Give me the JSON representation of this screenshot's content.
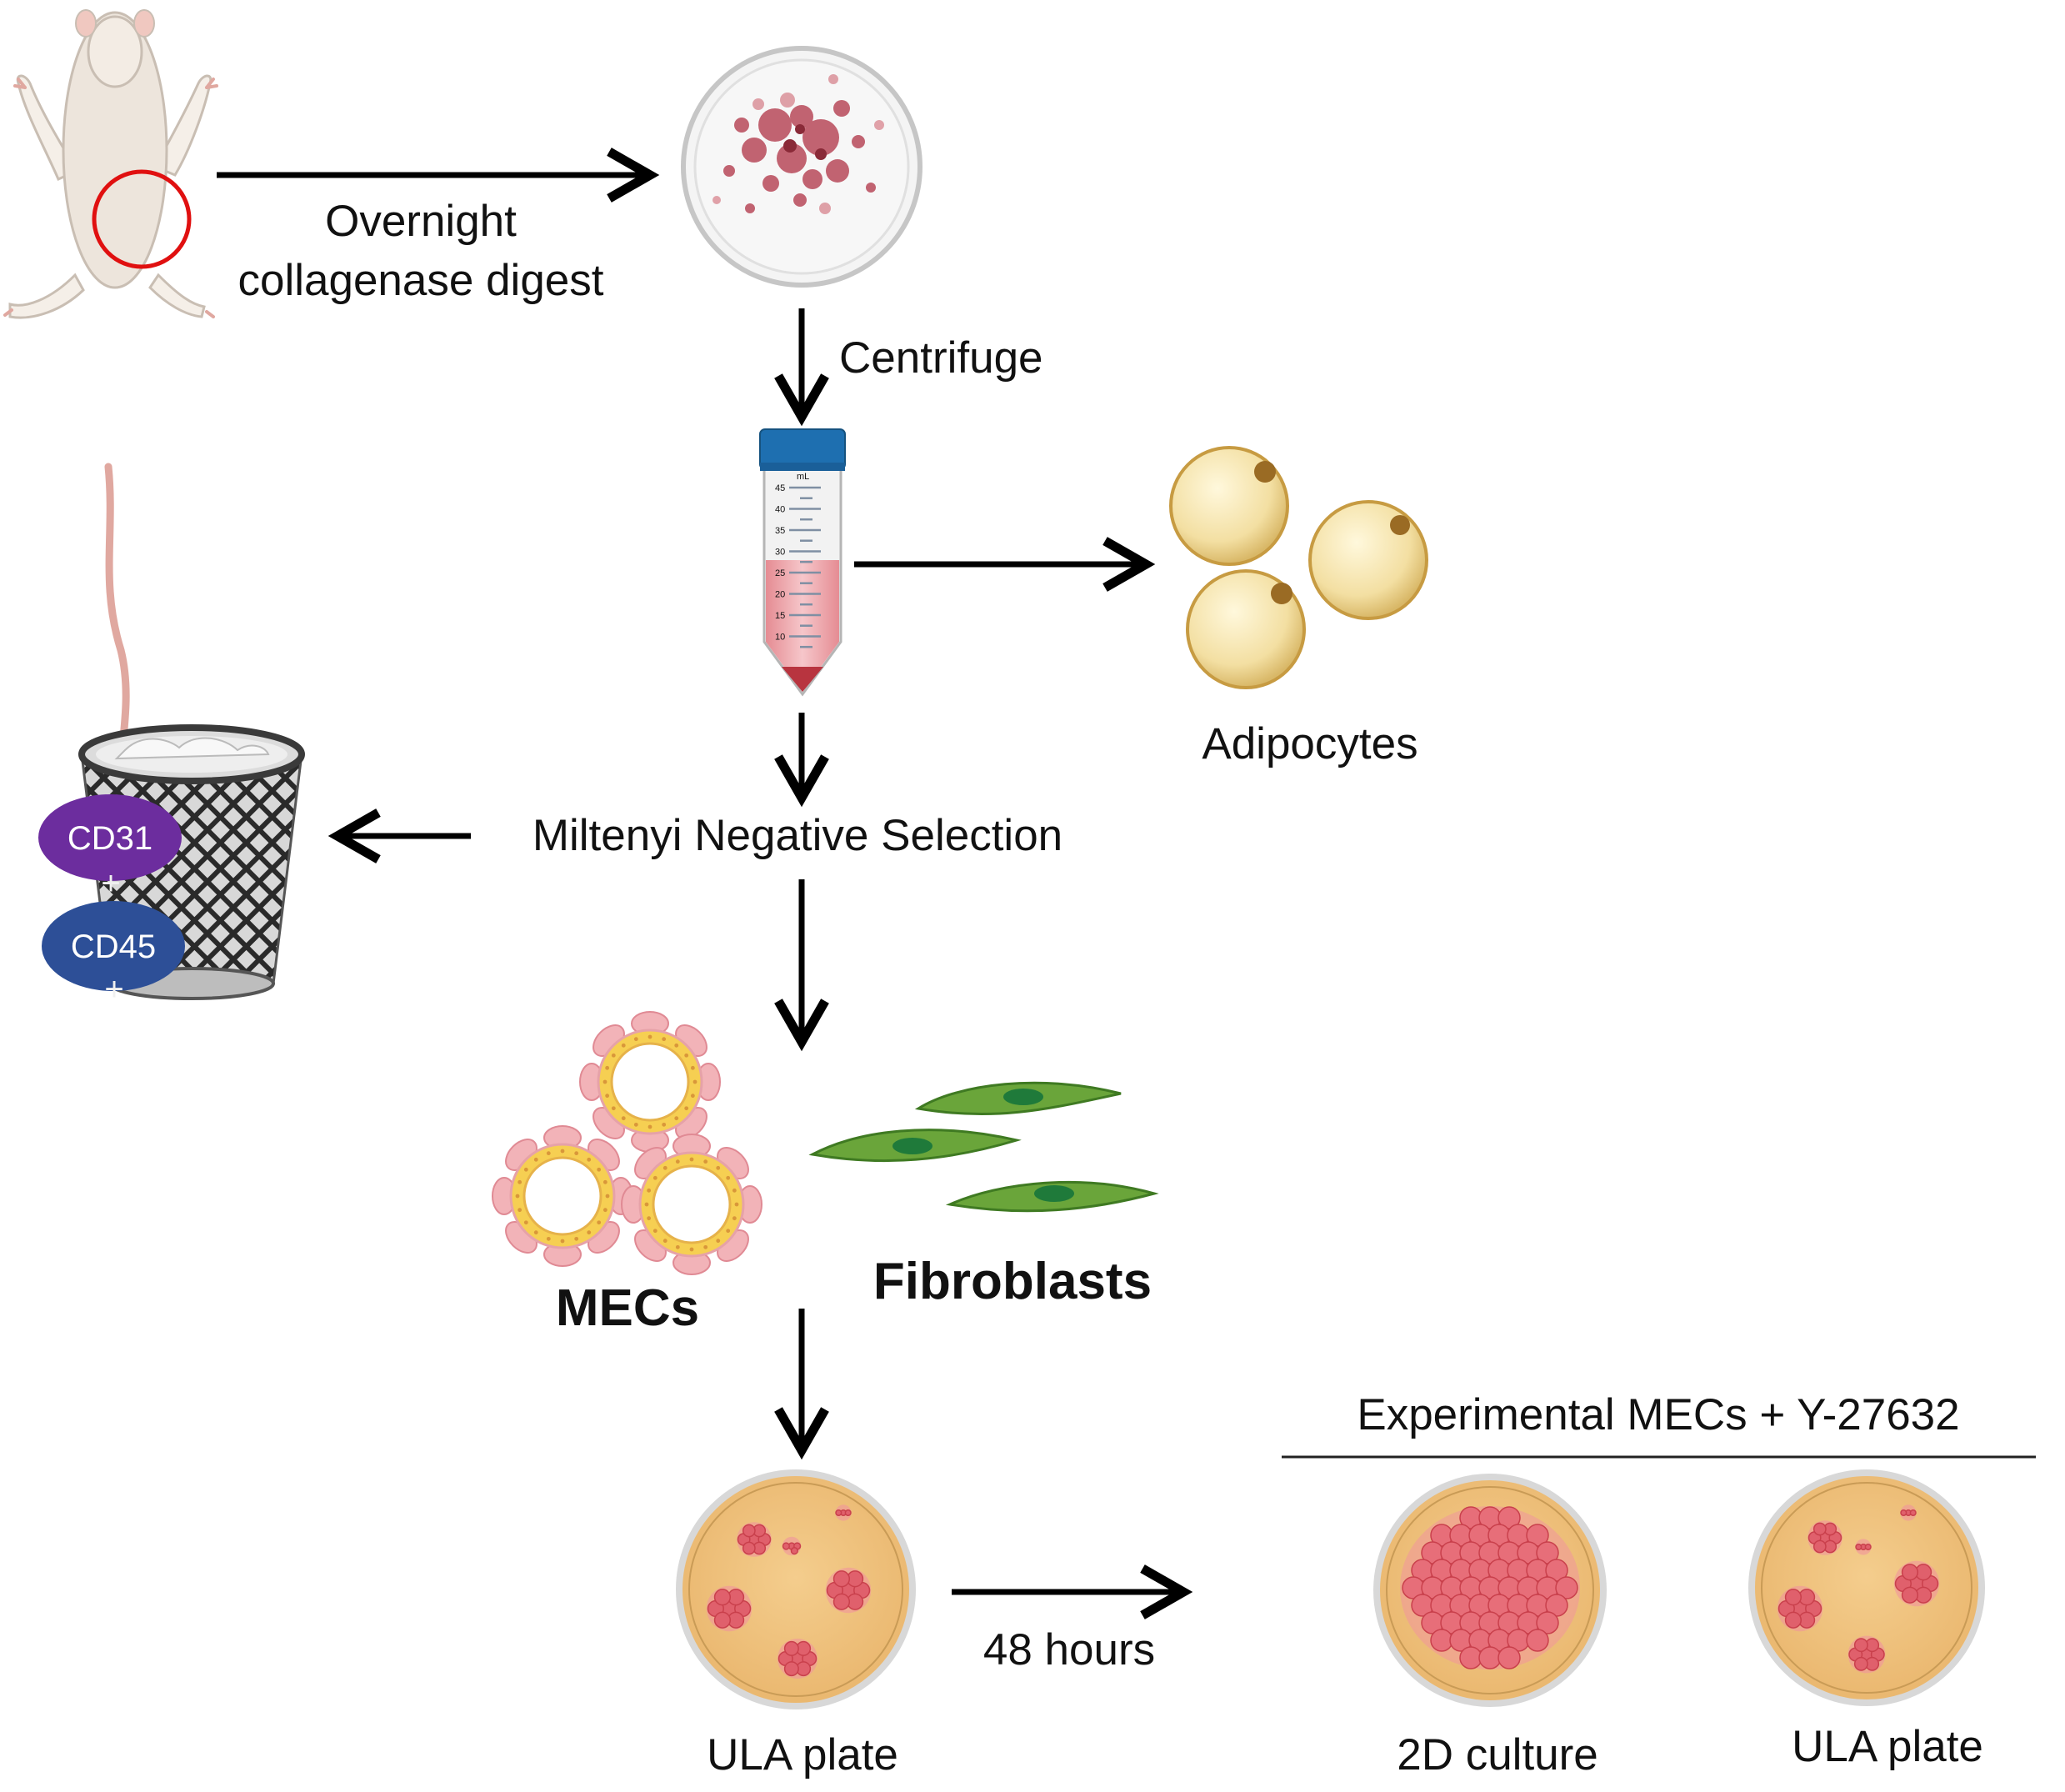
{
  "labels": {
    "digest_line1": "Overnight",
    "digest_line2": "collagenase digest",
    "centrifuge": "Centrifuge",
    "adipocytes": "Adipocytes",
    "miltenyi": "Miltenyi Negative Selection",
    "cd31": "CD31",
    "cd45": "CD45",
    "plus1": "+",
    "plus2": "+",
    "mecs": "MECs",
    "fibroblasts": "Fibroblasts",
    "ula_plate_1": "ULA plate",
    "hours": "48 hours",
    "experimental": "Experimental MECs + Y-27632",
    "culture_2d": "2D culture",
    "ula_plate_2": "ULA plate"
  },
  "tube_scale": [
    "45",
    "40",
    "35",
    "30",
    "25",
    "20",
    "15",
    "10"
  ],
  "tube_unit": "mL",
  "colors": {
    "cd31_badge": "#6c2d9e",
    "cd45_badge": "#2d4f97",
    "fibroblast": "#6aa53a",
    "plate_fill": "#efc07b",
    "cell_pink": "#e0606c",
    "adipocyte": "#f3dfa2",
    "tube_cap": "#1e6fb0",
    "mouse_circle": "#e01010"
  }
}
